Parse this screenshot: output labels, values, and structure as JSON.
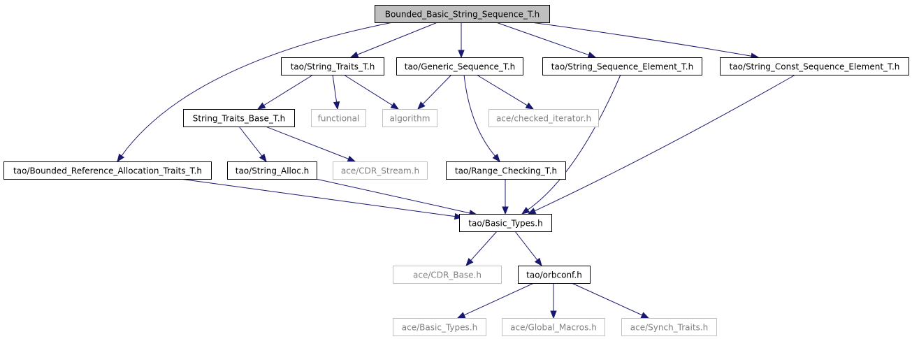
{
  "diagram": {
    "title": "",
    "colors": {
      "edge": "#191970",
      "root_fill": "#bfbfbf",
      "node_fill": "#ffffff",
      "node_border": "#000000",
      "external_border": "#bfbfbf",
      "external_text": "#808080",
      "node_text": "#000000"
    },
    "nodes": [
      {
        "id": "root",
        "label": "Bounded_Basic_String_Sequence_T.h",
        "kind": "root"
      },
      {
        "id": "string_traits",
        "label": "tao/String_Traits_T.h",
        "kind": "file"
      },
      {
        "id": "generic_seq",
        "label": "tao/Generic_Sequence_T.h",
        "kind": "file"
      },
      {
        "id": "string_seq_elem",
        "label": "tao/String_Sequence_Element_T.h",
        "kind": "file"
      },
      {
        "id": "string_const_seq_elem",
        "label": "tao/String_Const_Sequence_Element_T.h",
        "kind": "file"
      },
      {
        "id": "string_traits_base",
        "label": "String_Traits_Base_T.h",
        "kind": "file"
      },
      {
        "id": "functional",
        "label": "functional",
        "kind": "external"
      },
      {
        "id": "algorithm",
        "label": "algorithm",
        "kind": "external"
      },
      {
        "id": "checked_iter",
        "label": "ace/checked_iterator.h",
        "kind": "external"
      },
      {
        "id": "bounded_ref",
        "label": "tao/Bounded_Reference_Allocation_Traits_T.h",
        "kind": "file"
      },
      {
        "id": "string_alloc",
        "label": "tao/String_Alloc.h",
        "kind": "file"
      },
      {
        "id": "cdr_stream",
        "label": "ace/CDR_Stream.h",
        "kind": "external"
      },
      {
        "id": "range_check",
        "label": "tao/Range_Checking_T.h",
        "kind": "file"
      },
      {
        "id": "basic_types",
        "label": "tao/Basic_Types.h",
        "kind": "file"
      },
      {
        "id": "cdr_base",
        "label": "ace/CDR_Base.h",
        "kind": "external"
      },
      {
        "id": "orbconf",
        "label": "tao/orbconf.h",
        "kind": "file"
      },
      {
        "id": "ace_basic_types",
        "label": "ace/Basic_Types.h",
        "kind": "external"
      },
      {
        "id": "global_macros",
        "label": "ace/Global_Macros.h",
        "kind": "external"
      },
      {
        "id": "synch_traits",
        "label": "ace/Synch_Traits.h",
        "kind": "external"
      }
    ],
    "edges": [
      {
        "from": "root",
        "to": "string_traits"
      },
      {
        "from": "root",
        "to": "generic_seq"
      },
      {
        "from": "root",
        "to": "string_seq_elem"
      },
      {
        "from": "root",
        "to": "string_const_seq_elem"
      },
      {
        "from": "root",
        "to": "bounded_ref"
      },
      {
        "from": "string_traits",
        "to": "string_traits_base"
      },
      {
        "from": "string_traits",
        "to": "functional"
      },
      {
        "from": "string_traits",
        "to": "algorithm"
      },
      {
        "from": "generic_seq",
        "to": "algorithm"
      },
      {
        "from": "generic_seq",
        "to": "checked_iter"
      },
      {
        "from": "generic_seq",
        "to": "range_check"
      },
      {
        "from": "string_traits_base",
        "to": "string_alloc"
      },
      {
        "from": "string_traits_base",
        "to": "cdr_stream"
      },
      {
        "from": "bounded_ref",
        "to": "basic_types"
      },
      {
        "from": "string_alloc",
        "to": "basic_types"
      },
      {
        "from": "range_check",
        "to": "basic_types"
      },
      {
        "from": "string_seq_elem",
        "to": "basic_types"
      },
      {
        "from": "string_const_seq_elem",
        "to": "basic_types"
      },
      {
        "from": "basic_types",
        "to": "cdr_base"
      },
      {
        "from": "basic_types",
        "to": "orbconf"
      },
      {
        "from": "orbconf",
        "to": "ace_basic_types"
      },
      {
        "from": "orbconf",
        "to": "global_macros"
      },
      {
        "from": "orbconf",
        "to": "synch_traits"
      }
    ]
  }
}
